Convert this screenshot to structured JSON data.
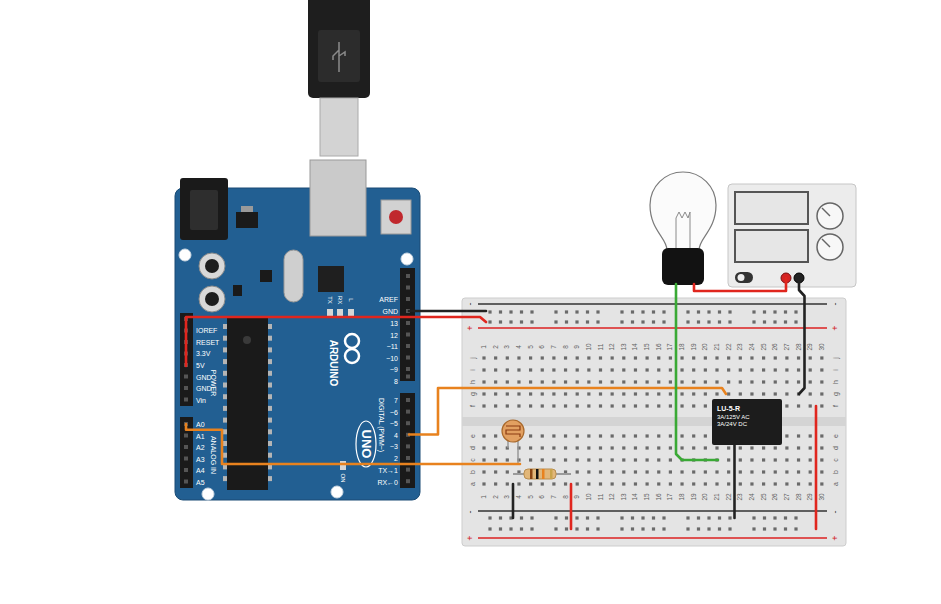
{
  "diagram": {
    "nodes": [
      {
        "text": [
          "ARDUINO",
          "UNO"
        ]
      },
      {
        "text": [
          "LU-5-R",
          "3A/125V AC",
          "3A/24V DC"
        ]
      }
    ],
    "labels": [
      "AREF",
      "GND",
      "13",
      "12",
      "~11",
      "~10",
      "~9",
      "8",
      "7",
      "~6",
      "~5",
      "4",
      "~3",
      "2",
      "TX→1",
      "RX←0",
      "DIGITAL (PWM~)",
      "IOREF",
      "RESET",
      "3.3V",
      "5V",
      "GND",
      "GND",
      "Vin",
      "POWER",
      "A0",
      "A1",
      "A2",
      "A3",
      "A4",
      "A5",
      "ANALOG IN",
      "TX",
      "RX",
      "L",
      "ON",
      "1",
      "2",
      "3",
      "4",
      "5",
      "6",
      "7",
      "8",
      "9",
      "10",
      "11",
      "12",
      "13",
      "14",
      "15",
      "16",
      "17",
      "18",
      "19",
      "20",
      "21",
      "22",
      "23",
      "24",
      "25",
      "26",
      "27",
      "28",
      "29",
      "30",
      "1",
      "2",
      "3",
      "4",
      "5",
      "6",
      "7",
      "8",
      "9",
      "10",
      "11",
      "12",
      "13",
      "14",
      "15",
      "16",
      "17",
      "18",
      "19",
      "20",
      "21",
      "22",
      "23",
      "24",
      "25",
      "26",
      "27",
      "28",
      "29",
      "30",
      "j",
      "i",
      "h",
      "g",
      "f",
      "e",
      "d",
      "c",
      "b",
      "a",
      "j",
      "i",
      "h",
      "g",
      "f",
      "e",
      "d",
      "c",
      "b",
      "a",
      "-",
      "+",
      "-",
      "+",
      "-",
      "+",
      "-",
      "+"
    ]
  }
}
